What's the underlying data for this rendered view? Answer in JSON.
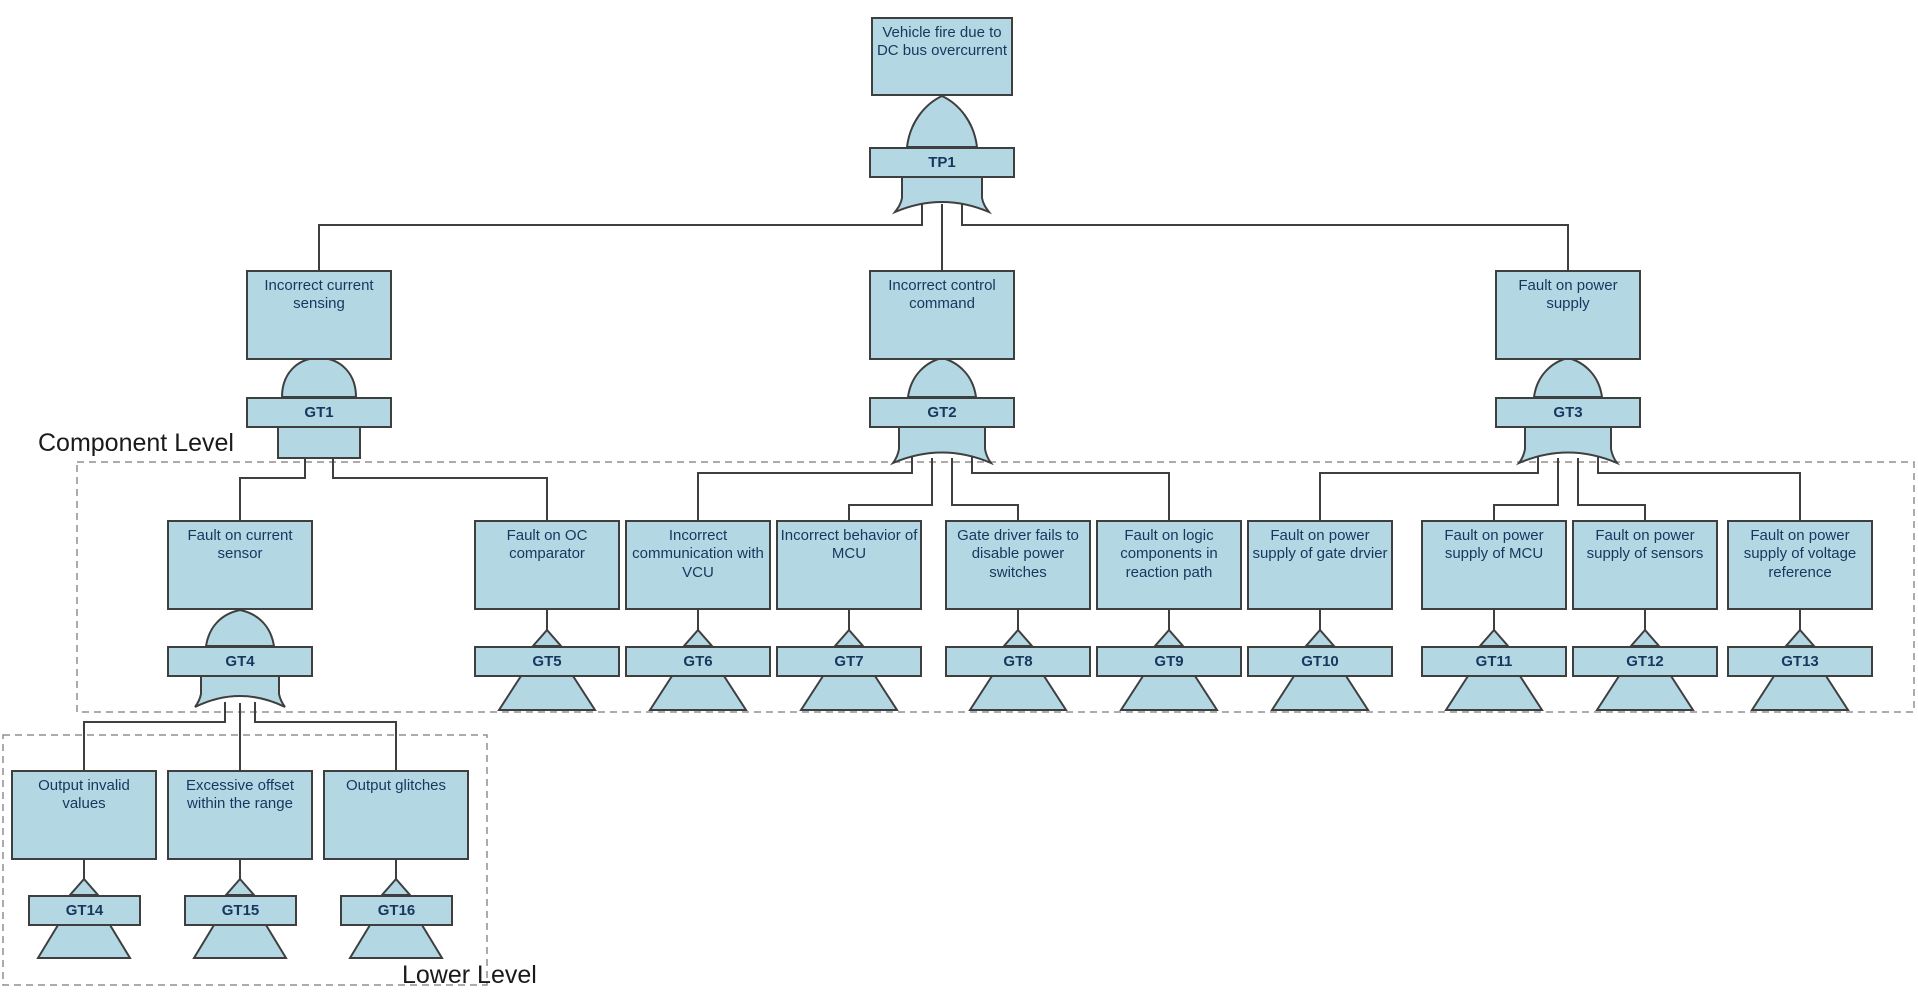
{
  "tree": {
    "top_event": "Vehicle fire due to DC bus overcurrent",
    "top_gate": "TP1",
    "branches": [
      {
        "event": "Incorrect current sensing",
        "gate": "GT1",
        "gate_type": "and"
      },
      {
        "event": "Incorrect control command",
        "gate": "GT2",
        "gate_type": "or"
      },
      {
        "event": "Fault on power supply",
        "gate": "GT3",
        "gate_type": "or"
      }
    ],
    "component_level": {
      "label": "Component Level",
      "nodes": [
        {
          "event": "Fault on current sensor",
          "gate": "GT4",
          "gate_type": "or"
        },
        {
          "event": "Fault on OC comparator",
          "gate": "GT5",
          "gate_type": "transfer"
        },
        {
          "event": "Incorrect communication with VCU",
          "gate": "GT6",
          "gate_type": "transfer"
        },
        {
          "event": "Incorrect behavior of MCU",
          "gate": "GT7",
          "gate_type": "transfer"
        },
        {
          "event": "Gate driver fails to disable power switches",
          "gate": "GT8",
          "gate_type": "transfer"
        },
        {
          "event": "Fault on logic components in reaction path",
          "gate": "GT9",
          "gate_type": "transfer"
        },
        {
          "event": "Fault on power supply of gate drvier",
          "gate": "GT10",
          "gate_type": "transfer"
        },
        {
          "event": "Fault on power supply of MCU",
          "gate": "GT11",
          "gate_type": "transfer"
        },
        {
          "event": "Fault on power supply of sensors",
          "gate": "GT12",
          "gate_type": "transfer"
        },
        {
          "event": "Fault on power supply of voltage reference",
          "gate": "GT13",
          "gate_type": "transfer"
        }
      ]
    },
    "lower_level": {
      "label": "Lower Level",
      "nodes": [
        {
          "event": "Output invalid values",
          "gate": "GT14",
          "gate_type": "transfer"
        },
        {
          "event": "Excessive offset within the range",
          "gate": "GT15",
          "gate_type": "transfer"
        },
        {
          "event": "Output glitches",
          "gate": "GT16",
          "gate_type": "transfer"
        }
      ]
    }
  },
  "colors": {
    "node_fill": "#b3d8e4",
    "node_border": "#3f3f3f",
    "text": "#17375e",
    "region_border": "#909090",
    "label_text": "#1a1a1a"
  }
}
